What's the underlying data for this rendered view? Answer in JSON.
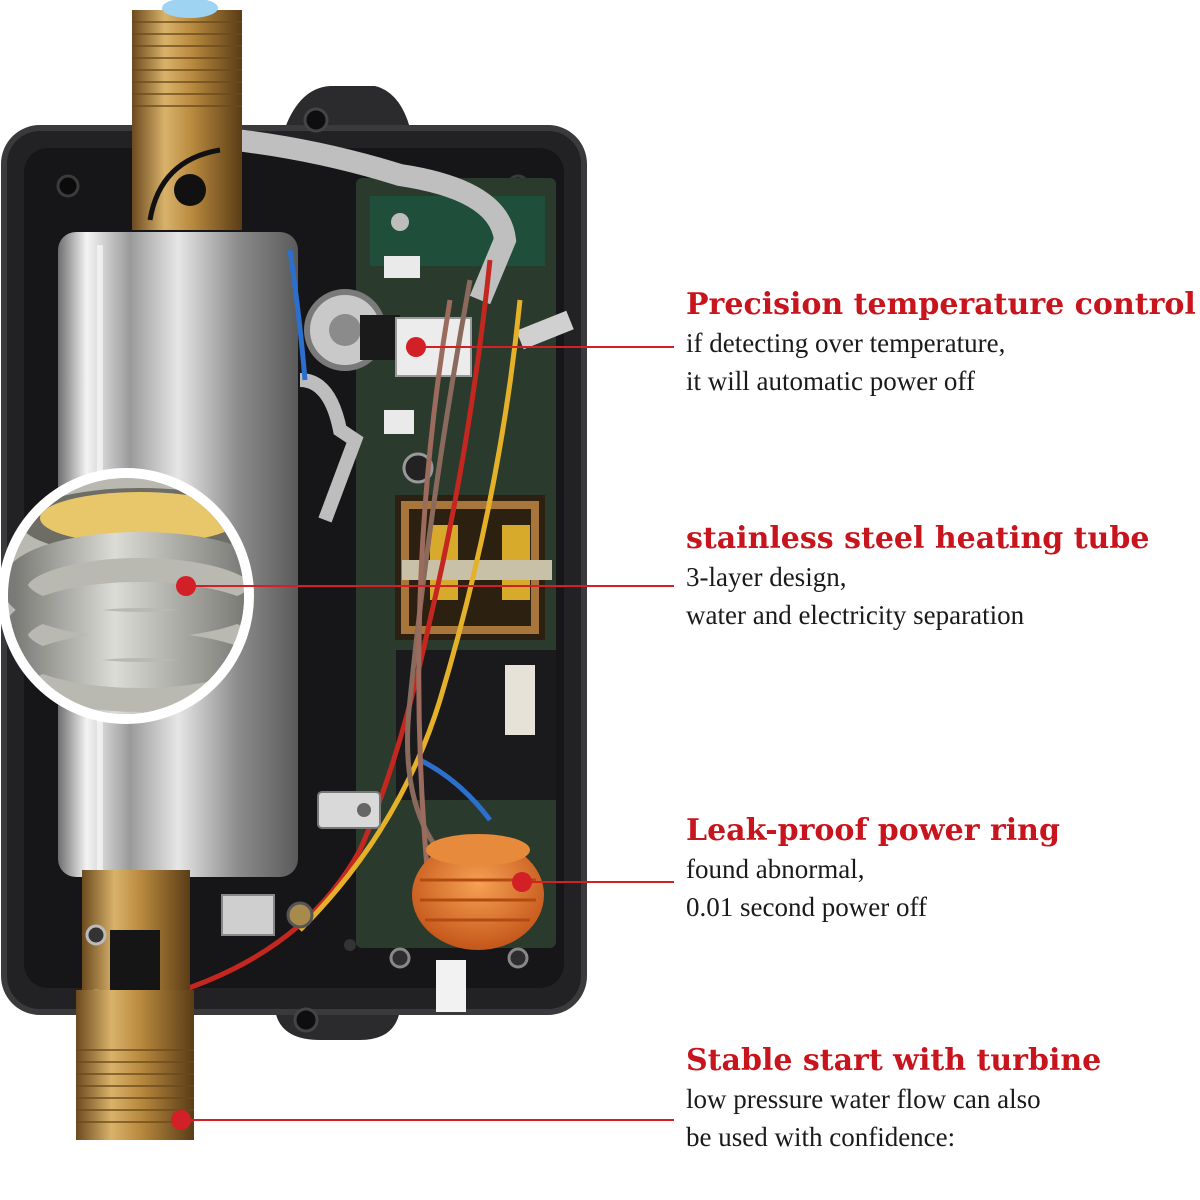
{
  "colors": {
    "accent": "#c8141c",
    "body_text": "#1a1a1a",
    "leader_line": "#d32027",
    "background": "#ffffff"
  },
  "callouts": [
    {
      "title": "Precision temperature control",
      "lines": [
        "if detecting over temperature,",
        "it will automatic power off"
      ]
    },
    {
      "title": "stainless steel heating tube",
      "lines": [
        "3-layer design,",
        "water and electricity separation"
      ]
    },
    {
      "title": "Leak-proof power ring",
      "lines": [
        "found abnormal,",
        "0.01 second power off"
      ]
    },
    {
      "title": "Stable start with turbine",
      "lines": [
        "low pressure water flow can also",
        "be used with confidence:"
      ]
    }
  ]
}
